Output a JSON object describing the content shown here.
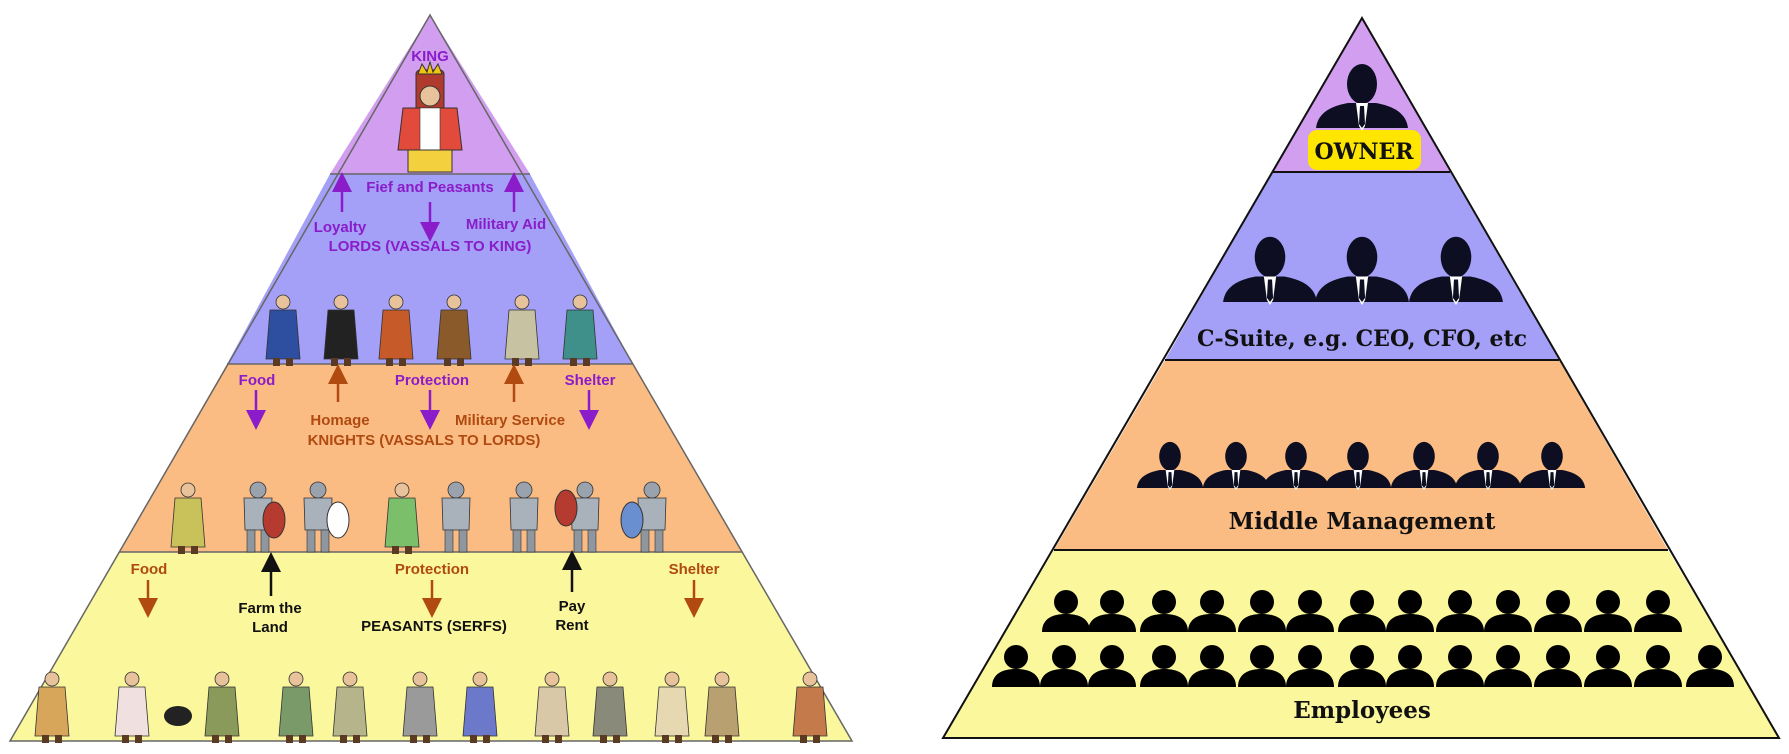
{
  "feudal": {
    "king": "KING",
    "fief": "Fief and Peasants",
    "loyalty": "Loyalty",
    "military_aid": "Military Aid",
    "lords": "LORDS (VASSALS TO KING)",
    "food_top": "Food",
    "protection_top": "Protection",
    "shelter_top": "Shelter",
    "homage": "Homage",
    "military_service": "Military Service",
    "knights": "KNIGHTS (VASSALS TO LORDS)",
    "food_bottom": "Food",
    "protection_bottom": "Protection",
    "shelter_bottom": "Shelter",
    "farm_line1": "Farm the",
    "farm_line2": "Land",
    "pay_line1": "Pay",
    "pay_line2": "Rent",
    "peasants": "PEASANTS (SERFS)"
  },
  "business": {
    "owner": "OWNER",
    "csuite": "C-Suite, e.g. CEO, CFO, etc",
    "middle": "Middle Management",
    "employees": "Employees"
  },
  "colors": {
    "purple": "#d19ef0",
    "blue": "#a4a0f7",
    "orange": "#fbbc84",
    "yellow": "#fbf79c",
    "label_purple": "#8a1cc9",
    "label_brown": "#b04a10",
    "owner_badge": "#ffe600"
  }
}
